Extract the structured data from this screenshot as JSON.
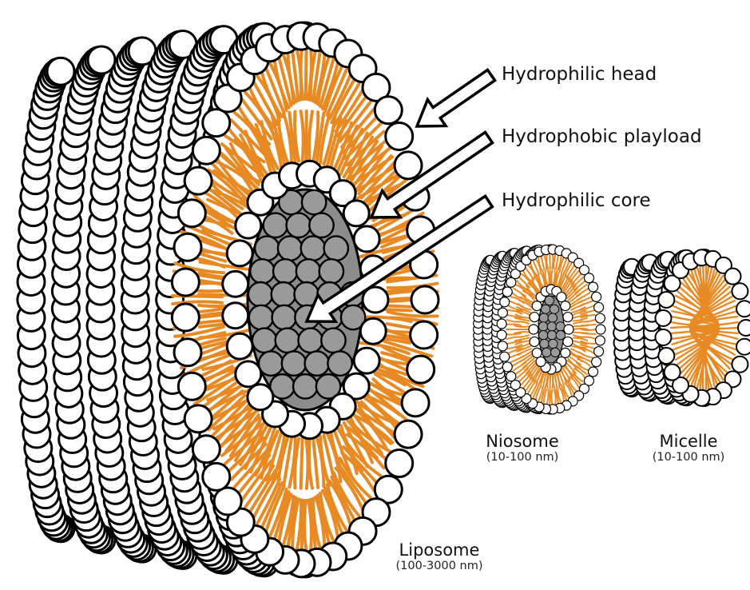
{
  "callouts": {
    "head": "Hydrophilic head",
    "payload": "Hydrophobic playload",
    "core": "Hydrophilic core"
  },
  "vesicles": {
    "liposome": {
      "name": "Liposome",
      "size": "(100-3000 nm)"
    },
    "niosome": {
      "name": "Niosome",
      "size": "(10-100 nm)"
    },
    "micelle": {
      "name": "Micelle",
      "size": "(10-100 nm)"
    }
  },
  "colors": {
    "head_fill": "#ffffff",
    "outline": "#000000",
    "tail": "#e88a24",
    "core_fill": "#8c8c8c"
  }
}
